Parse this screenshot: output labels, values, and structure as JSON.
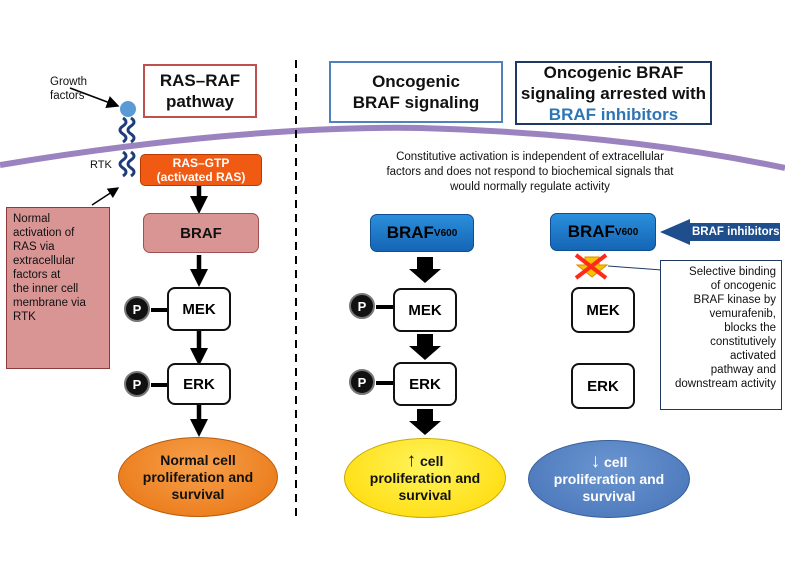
{
  "labels": {
    "growth_factors": "Growth\nfactors",
    "rtk": "RTK"
  },
  "titles": {
    "ras_raf": "RAS–RAF\npathway",
    "oncogenic": "Oncogenic\nBRAF signaling",
    "arrested_line1": "Oncogenic BRAF\nsignaling arrested with",
    "arrested_line2": "BRAF inhibitors"
  },
  "left_panel": {
    "ras_gtp": "RAS–GTP\n(activated RAS)",
    "braf": "BRAF",
    "mek": "MEK",
    "erk": "ERK",
    "p": "P",
    "outcome": "Normal cell\nproliferation and\nsurvival",
    "note": "Normal\nactivation of\nRAS via\nextracellular\nfactors at\nthe inner cell\nmembrane via\nRTK"
  },
  "middle_panel": {
    "caption": "Constitutive activation is independent of extracellular\nfactors and does not respond to biochemical signals that\nwould normally regulate activity",
    "braf": "BRAF",
    "braf_sup": "V600",
    "mek": "MEK",
    "erk": "ERK",
    "p": "P",
    "outcome_arrow": "↑",
    "outcome_line1": " cell",
    "outcome_rest": "proliferation and\nsurvival"
  },
  "right_panel": {
    "braf": "BRAF",
    "braf_sup": "V600",
    "inhibitor_label": "BRAF inhibitors",
    "mek": "MEK",
    "erk": "ERK",
    "note": "Selective binding\nof oncogenic\nBRAF kinase by\nvemurafenib,\nblocks the\nconstitutively activated\npathway and\ndownstream activity",
    "outcome_arrow": "↓",
    "outcome_line1": " cell",
    "outcome_rest": "proliferation and\nsurvival"
  },
  "colors": {
    "membrane": "#9b83c0",
    "ras_gtp": "#f05a12",
    "braf_left": "#d99594",
    "outcome_left": "#f07d1a",
    "outcome_middle": "#ffe600",
    "outcome_right": "#4f7fc0",
    "inhibitor_arrow": "#1f4e8c",
    "title_border_left": "#c0504d",
    "title_border_mid": "#4f81bd",
    "title_border_right": "#1f3864"
  }
}
